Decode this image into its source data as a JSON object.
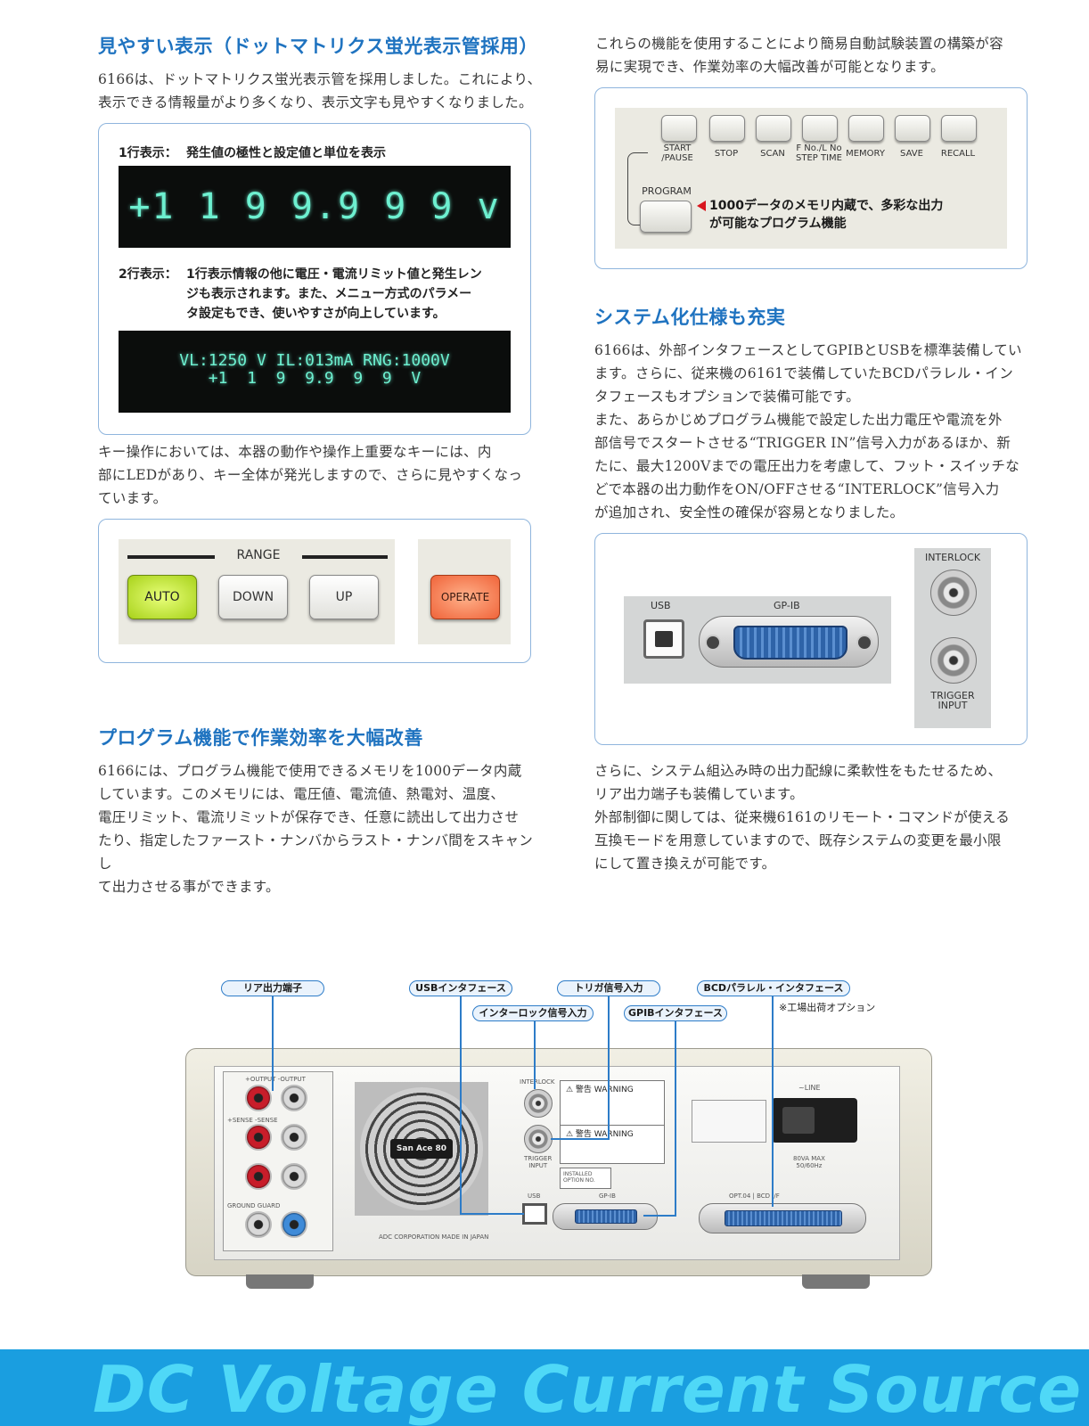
{
  "left": {
    "sec1": {
      "title": "見やすい表示（ドットマトリクス蛍光表示管採用）",
      "body": "6166は、ドットマトリクス蛍光表示管を採用しました。これにより、\n表示できる情報量がより多くなり、表示文字も見やすくなりました。"
    },
    "display_panel": {
      "row1_label": "1行表示：",
      "row1_desc": "発生値の極性と設定値と単位を表示",
      "row1_screen": "+1 1 9 9.9 9 9 v",
      "row2_label": "2行表示：",
      "row2_desc": "1行表示情報の他に電圧・電流リミット値と発生レン\nジも表示されます。また、メニュー方式のパラメー\nタ設定もでき、使いやすさが向上しています。",
      "row2_line1": "VL:1250 V IL:013mA RNG:1000V",
      "row2_line2": "+1  1  9  9.9  9  9  V"
    },
    "keys_body": "キー操作においては、本器の動作や操作上重要なキーには、内\n部にLEDがあり、キー全体が発光しますので、さらに見やすくなっ\nています。",
    "range_panel": {
      "range_label": "RANGE",
      "auto": "AUTO",
      "down": "DOWN",
      "up": "UP",
      "operate": "OPERATE"
    },
    "sec2": {
      "title": "プログラム機能で作業効率を大幅改善",
      "body": "6166には、プログラム機能で使用できるメモリを1000データ内蔵\nしています。このメモリには、電圧値、電流値、熱電対、温度、\n電圧リミット、電流リミットが保存でき、任意に読出して出力させ\nたり、指定したファースト・ナンバからラスト・ナンバ間をスキャンし\nて出力させる事ができます。"
    }
  },
  "right": {
    "intro": "これらの機能を使用することにより簡易自動試験装置の構築が容\n易に実現でき、作業効率の大幅改善が可能となります。",
    "program_panel": {
      "keys": [
        "START\n/PAUSE",
        "STOP",
        "SCAN",
        "F No./L No\nSTEP TIME",
        "MEMORY",
        "SAVE",
        "RECALL"
      ],
      "program_label": "PROGRAM",
      "note": "1000データのメモリ内蔵で、多彩な出力\nが可能なプログラム機能"
    },
    "sec3": {
      "title": "システム化仕様も充実",
      "body": "6166は、外部インタフェースとしてGPIBとUSBを標準装備してい\nます。さらに、従来機の6161で装備していたBCDパラレル・イン\nタフェースもオプションで装備可能です。\nまた、あらかじめプログラム機能で設定した出力電圧や電流を外\n部信号でスタートさせる“TRIGGER IN”信号入力があるほか、新\nたに、最大1200Vまでの電圧出力を考慮して、フット・スイッチな\nどで本器の出力動作をON/OFFさせる“INTERLOCK”信号入力\nが追加され、安全性の確保が容易となりました。"
    },
    "io_panel": {
      "usb": "USB",
      "gpib": "GP-IB",
      "interlock": "INTERLOCK",
      "trigger": "TRIGGER\nINPUT"
    },
    "closing": "さらに、システム組込み時の出力配線に柔軟性をもたせるため、\nリア出力端子も装備しています。\n外部制御に関しては、従来機6161のリモート・コマンドが使える\n互換モードを用意していますので、既存システムの変更を最小限\nにして置き換えが可能です。"
  },
  "rear": {
    "callouts": {
      "rear_output": "リア出力端子",
      "usb_if": "USBインタフェース",
      "trigger_in": "トリガ信号入力",
      "bcd_if": "BCDパラレル・インタフェース",
      "interlock_in": "インターロック信号入力",
      "gpib_if": "GPIBインタフェース"
    },
    "factory_note": "※工場出荷オプション",
    "labels": {
      "interlock": "INTERLOCK",
      "trigger": "TRIGGER\nINPUT",
      "usb": "USB",
      "gpib": "GP-IB",
      "opt": "OPT.04 | BCD I/F",
      "line": "~LINE",
      "fan": "San Ace 80",
      "made": "ADC CORPORATION MADE IN JAPAN",
      "warning1": "⚠ 警告 WARNING",
      "warning2": "⚠ 警告 WARNING",
      "output": "+OUTPUT  -OUTPUT",
      "sense": "+SENSE  -SENSE",
      "ground": "GROUND  GUARD",
      "power": "80VA MAX\n50/60Hz",
      "installed": "INSTALLED\nOPTION NO."
    }
  },
  "banner": {
    "text": "DC Voltage Current Source",
    "color": "#1a9ee0",
    "text_color": "#4fd8f7"
  }
}
